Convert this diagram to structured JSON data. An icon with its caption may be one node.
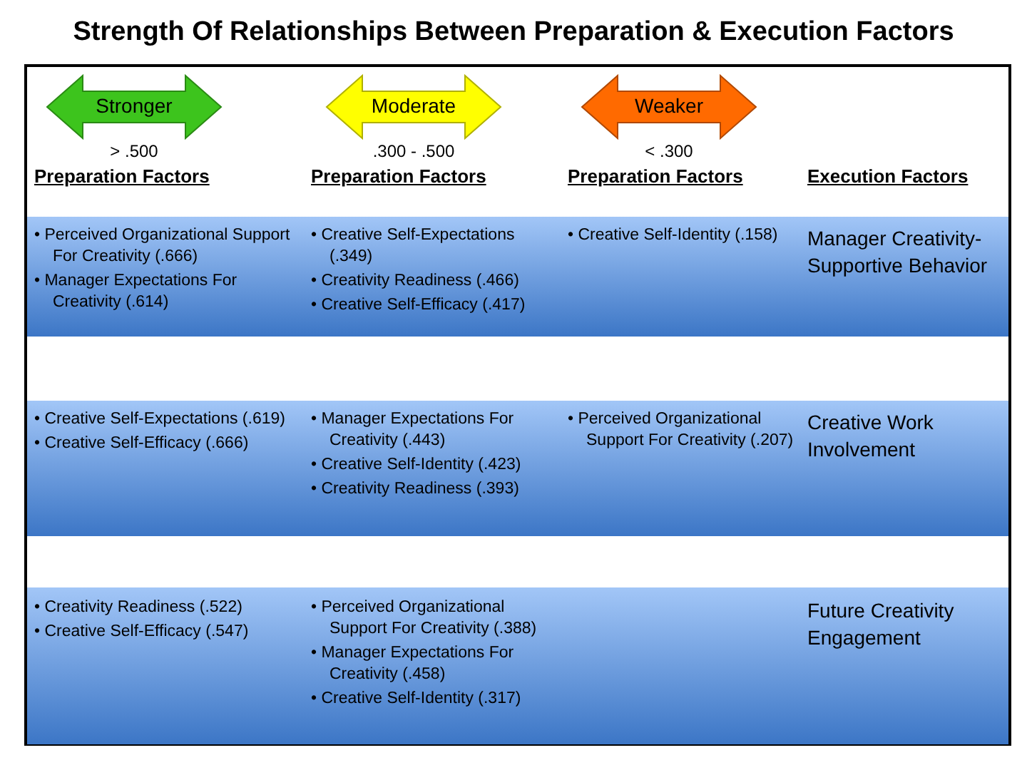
{
  "diagram": {
    "title": "Strength Of Relationships Between Preparation & Execution Factors",
    "nodes": [
      {
        "text": [
          "Stronger"
        ],
        "beside": [
          "> .500"
        ]
      },
      {
        "text": [
          "Moderate"
        ],
        "beside": [
          ".300 - .500"
        ]
      },
      {
        "text": [
          "Weaker"
        ],
        "beside": [
          "< .300"
        ]
      }
    ],
    "labels": [
      "Preparation Factors",
      "Preparation Factors",
      "Preparation Factors",
      "Execution Factors",
      "• Perceived Organizational Support For Creativity (.666)",
      "• Manager Expectations For Creativity (.614)",
      "• Creative Self-Expectations (.349)",
      "• Creativity Readiness (.466)",
      "• Creative Self-Efficacy (.417)",
      "• Creative Self-Identity (.158)",
      "Manager Creativity-Supportive Behavior",
      "• Creative Self-Expectations (.619)",
      "• Creative Self-Efficacy (.666)",
      "• Manager Expectations For Creativity (.443)",
      "• Creative Self-Identity (.423)",
      "• Creativity Readiness (.393)",
      "• Perceived Organizational Support For Creativity (.207)",
      "Creative Work Involvement",
      "• Creativity Readiness (.522)",
      "• Creative Self-Efficacy (.547)",
      "• Perceived Organizational Support For Creativity (.388)",
      "• Manager Expectations For Creativity (.458)",
      "• Creative Self-Identity (.317)",
      "Future Creativity Engagement"
    ]
  }
}
